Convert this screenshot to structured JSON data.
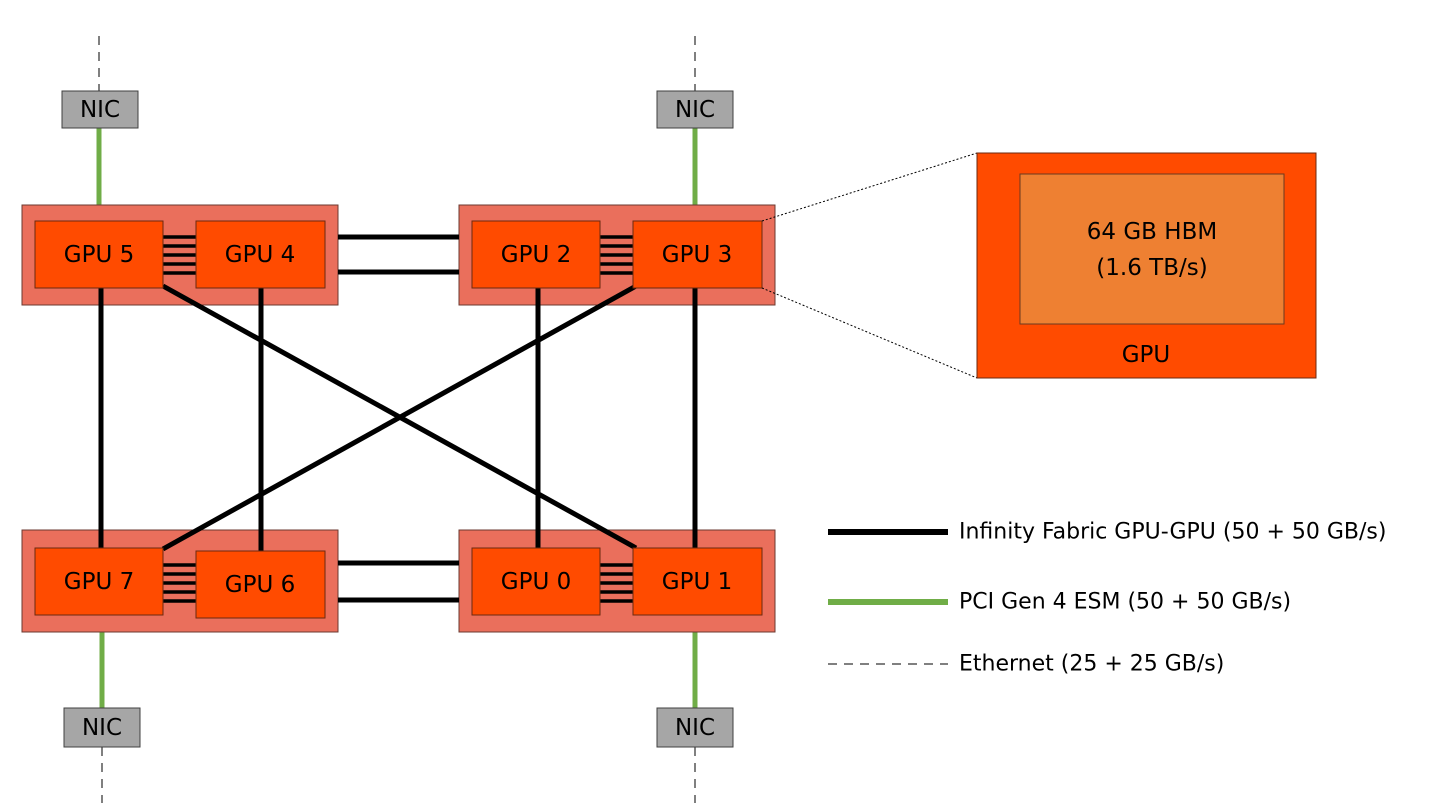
{
  "diagram": {
    "nics": {
      "top_left": "NIC",
      "top_right": "NIC",
      "bottom_left": "NIC",
      "bottom_right": "NIC"
    },
    "gpus": {
      "gpu0": "GPU 0",
      "gpu1": "GPU 1",
      "gpu2": "GPU 2",
      "gpu3": "GPU 3",
      "gpu4": "GPU 4",
      "gpu5": "GPU 5",
      "gpu6": "GPU 6",
      "gpu7": "GPU 7"
    },
    "detail": {
      "memory_line1": "64 GB HBM",
      "memory_line2": "(1.6 TB/s)",
      "outer_label": "GPU"
    },
    "legend": {
      "infinity_fabric": "Infinity Fabric GPU-GPU (50 + 50 GB/s)",
      "pci": "PCI Gen 4 ESM (50 + 50 GB/s)",
      "ethernet": "Ethernet (25 + 25 GB/s)"
    },
    "colors": {
      "gpu_fill": "#ff4b00",
      "package_fill": "#ea6f5c",
      "memory_fill": "#ee8032",
      "nic_fill": "#a6a6a6",
      "fabric_link": "#000000",
      "pci_link": "#70ad47",
      "ethernet_link": "#808080"
    }
  }
}
